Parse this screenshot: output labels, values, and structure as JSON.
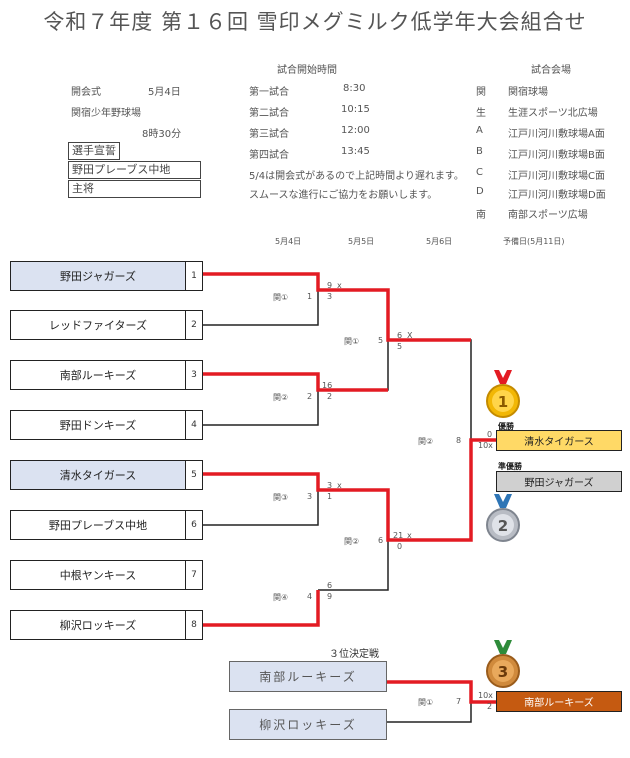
{
  "title": "令和７年度 第１６回 雪印メグミルク低学年大会組合せ",
  "opening": {
    "label": "開会式",
    "date": "5月4日",
    "place": "関宿少年野球場",
    "time": "8時30分",
    "ceremony": [
      "選手宣誓",
      "野田プレーブス中地",
      "主将"
    ]
  },
  "schedule": {
    "header": "試合開始時間",
    "games": [
      {
        "name": "第一試合",
        "time": "8:30"
      },
      {
        "name": "第二試合",
        "time": "10:15"
      },
      {
        "name": "第三試合",
        "time": "12:00"
      },
      {
        "name": "第四試合",
        "time": "13:45"
      }
    ],
    "note1": "5/4は開会式があるので上記時間より遅れます。",
    "note2": "スムースな進行にご協力をお願いします。"
  },
  "venues": {
    "header": "試合会場",
    "items": [
      {
        "code": "関",
        "name": "関宿球場"
      },
      {
        "code": "生",
        "name": "生涯スポーツ北広場"
      },
      {
        "code": "A",
        "name": "江戸川河川敷球場A面"
      },
      {
        "code": "B",
        "name": "江戸川河川敷球場B面"
      },
      {
        "code": "C",
        "name": "江戸川河川敷球場C面"
      },
      {
        "code": "D",
        "name": "江戸川河川敷球場D面"
      },
      {
        "code": "南",
        "name": "南部スポーツ広場"
      }
    ]
  },
  "dates": [
    "5月4日",
    "5月5日",
    "5月6日",
    "予備日(5月11日)"
  ],
  "teams": [
    {
      "name": "野田ジャガーズ",
      "seed": "1"
    },
    {
      "name": "レッドファイターズ",
      "seed": "2"
    },
    {
      "name": "南部ルーキーズ",
      "seed": "3"
    },
    {
      "name": "野田ドンキーズ",
      "seed": "4"
    },
    {
      "name": "清水タイガース",
      "seed": "5"
    },
    {
      "name": "野田プレーブス中地",
      "seed": "6"
    },
    {
      "name": "中根ヤンキース",
      "seed": "7"
    },
    {
      "name": "柳沢ロッキーズ",
      "seed": "8"
    }
  ],
  "round1": [
    {
      "venue": "関①",
      "no": "1",
      "s1": "9",
      "s2": "3",
      "mark": "x"
    },
    {
      "venue": "関②",
      "no": "2",
      "s1": "16",
      "s2": "2",
      "mark": ""
    },
    {
      "venue": "関③",
      "no": "3",
      "s1": "3",
      "s2": "1",
      "mark": "x"
    },
    {
      "venue": "関④",
      "no": "4",
      "s1": "6",
      "s2": "9",
      "mark": ""
    }
  ],
  "semis": [
    {
      "venue": "関①",
      "no": "5",
      "s1": "6",
      "s2": "5",
      "mark": "X"
    },
    {
      "venue": "関②",
      "no": "6",
      "s1": "21",
      "s2": "0",
      "mark": "x"
    }
  ],
  "final": {
    "venue": "関②",
    "no": "8",
    "s1": "0",
    "s2": "10x"
  },
  "champion": {
    "label": "優勝",
    "team": "清水タイガース"
  },
  "runnerup": {
    "label": "準優勝",
    "team": "野田ジャガーズ"
  },
  "third": {
    "header": "３位決定戦",
    "team1": "南部ルーキーズ",
    "team2": "柳沢ロッキーズ",
    "venue": "関①",
    "no": "7",
    "s1": "10x",
    "s2": "2",
    "winner": "南部ルーキーズ"
  },
  "medals": [
    "1",
    "2",
    "3"
  ],
  "colors": {
    "win_line": "#e31b23",
    "gold": "#ffd966",
    "silver": "#d0d0d0",
    "bronze": "#c55a11",
    "team_hl": "#dbe2f1"
  }
}
